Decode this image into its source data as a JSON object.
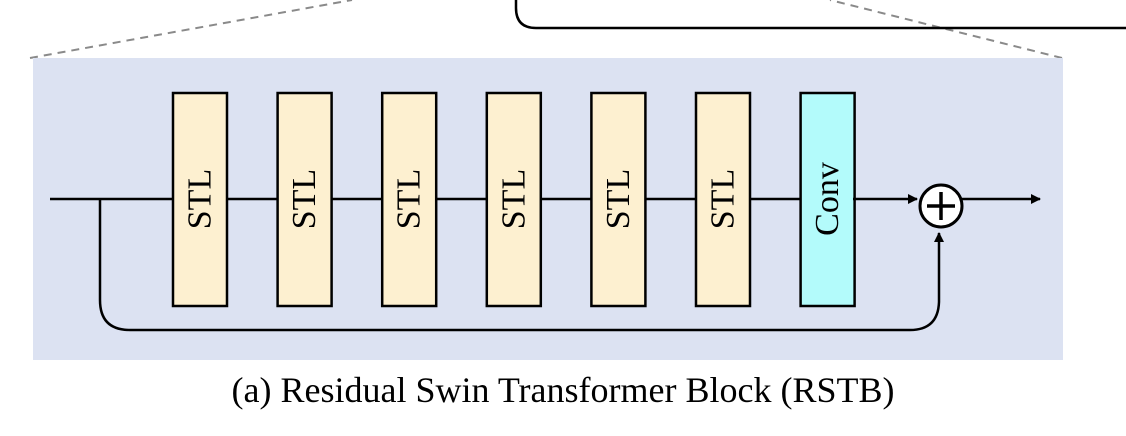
{
  "diagram": {
    "blocks": [
      {
        "label": "STL",
        "kind": "stl"
      },
      {
        "label": "STL",
        "kind": "stl"
      },
      {
        "label": "STL",
        "kind": "stl"
      },
      {
        "label": "STL",
        "kind": "stl"
      },
      {
        "label": "STL",
        "kind": "stl"
      },
      {
        "label": "STL",
        "kind": "stl"
      },
      {
        "label": "Conv",
        "kind": "conv"
      }
    ],
    "colors": {
      "panel": "#dce2f2",
      "stl_fill": "#fdf0d0",
      "conv_fill": "#b3fbfb",
      "stroke": "#000000",
      "dash": "#8a8a8a"
    },
    "adder_symbol": "+",
    "caption": "(a) Residual Swin Transformer Block (RSTB)"
  }
}
